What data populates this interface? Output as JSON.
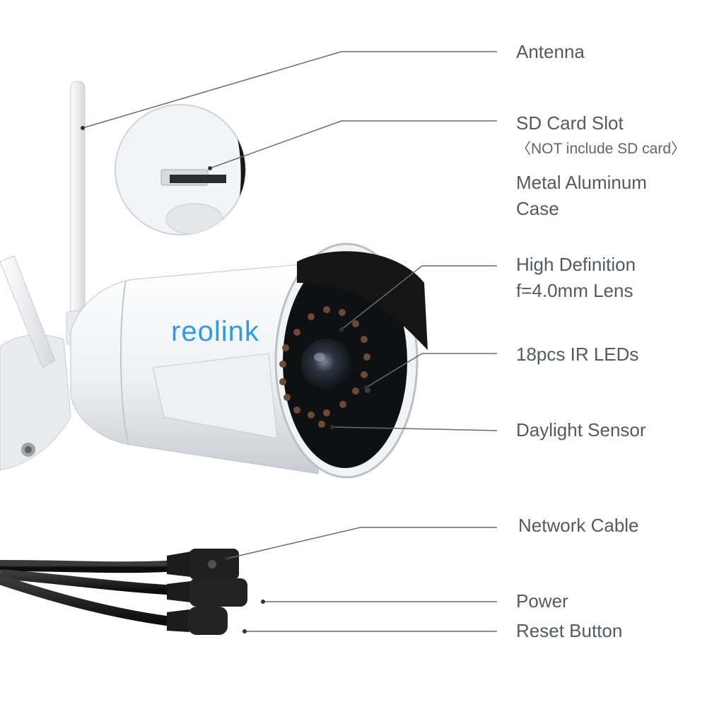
{
  "brand": {
    "logo_text": "reolink",
    "logo_color": "#2f9be8"
  },
  "callouts": {
    "antenna": "Antenna",
    "sd_slot": "SD Card Slot",
    "sd_note": "〈NOT include SD card〉",
    "case_line1": "Metal Aluminum",
    "case_line2": "Case",
    "lens_line1": "High Definition",
    "lens_line2": "f=4.0mm Lens",
    "ir_leds": "18pcs IR LEDs",
    "daylight_sensor": "Daylight Sensor",
    "network_cable": "Network Cable",
    "power": "Power",
    "reset_button": "Reset Button"
  },
  "colors": {
    "text": "#555a5f",
    "leader_line": "#6b6b6b",
    "camera_body": "#f4f5f7",
    "visor": "#151515",
    "cable": "#1a1a1a"
  }
}
